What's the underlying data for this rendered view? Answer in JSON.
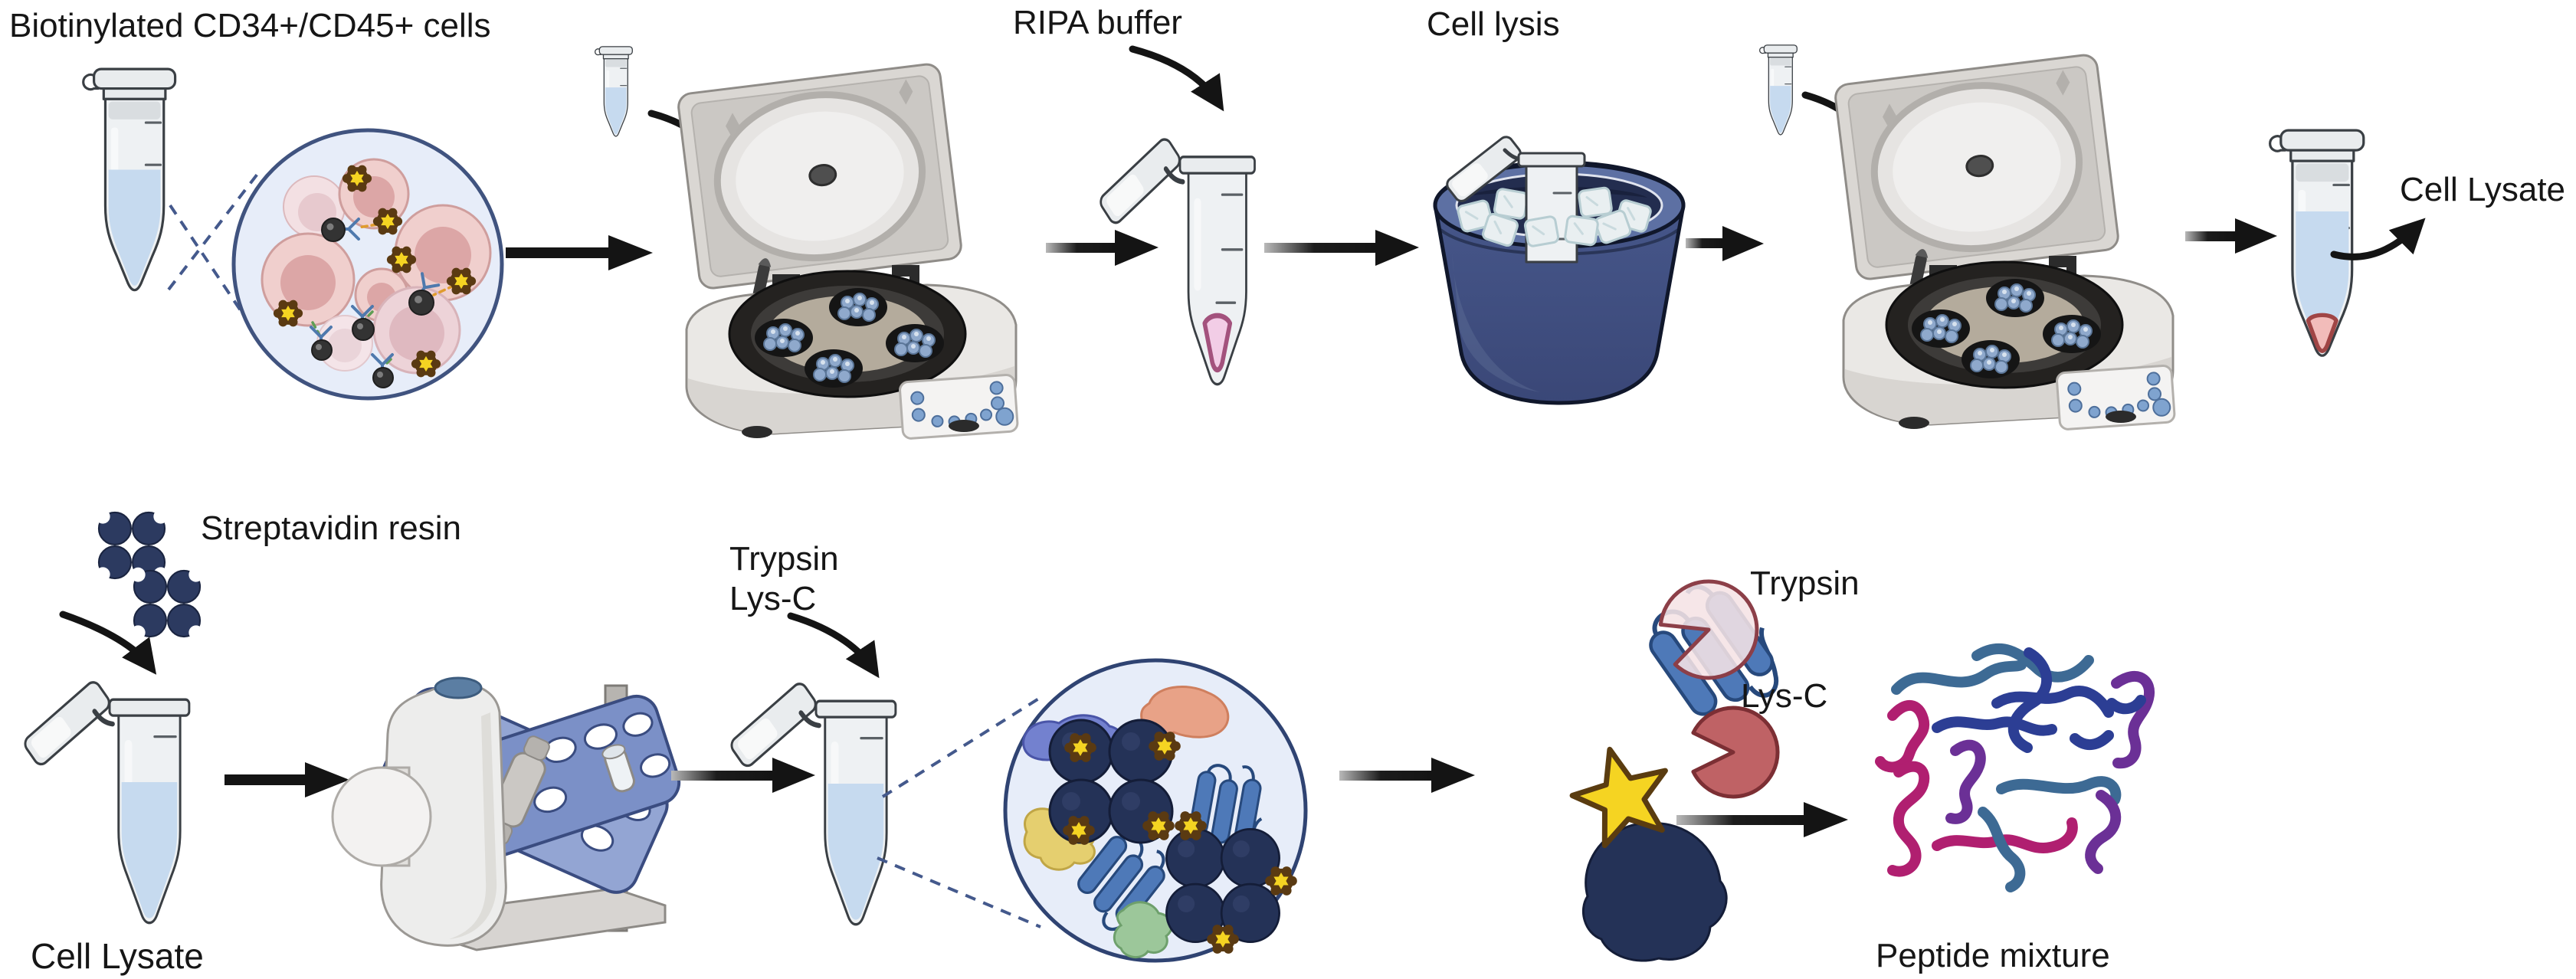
{
  "diagram": {
    "labels": {
      "input_cells": "Biotinylated CD34+/CD45+ cells",
      "ripa_buffer": "RIPA buffer",
      "cell_lysis": "Cell lysis",
      "cell_lysate_row1": "Cell Lysate",
      "streptavidin_resin": "Streptavidin resin",
      "cell_lysate_row2": "Cell Lysate",
      "enzyme_mix_line1": "Trypsin",
      "enzyme_mix_line2": "Lys-C",
      "trypsin_enzyme": "Trypsin",
      "lysc_enzyme": "Lys-C",
      "peptide_mixture": "Peptide mixture"
    },
    "icons": {
      "biotin": "yellow-star-in-brown-ring",
      "streptavidin": "navy-four-lobe-pinwheel",
      "trypsin": "pink-pacman-enzyme",
      "lysc": "maroon-pacman-enzyme"
    },
    "colors": {
      "text": "#161616",
      "circle_fill": "#e7edf9",
      "circle_border": "#40537f",
      "liquid_blue": "#c6daef",
      "pellet_pink": "#f2cde6",
      "pellet_red": "#f2bcba",
      "bucket_navy": "#3f4d7d",
      "resin_navy": "#2c3a60",
      "bead_navy": "#243257",
      "biotin_yellow": "#f5d422",
      "rotator_blue": "#7b90c7",
      "trypsin_fill": "#f5e2e5",
      "lysc_fill": "#bf6265",
      "peptide_steel": "#3d6a94",
      "peptide_navy": "#2c3e94",
      "peptide_purple": "#6b3096",
      "peptide_magenta": "#b01f70"
    }
  }
}
